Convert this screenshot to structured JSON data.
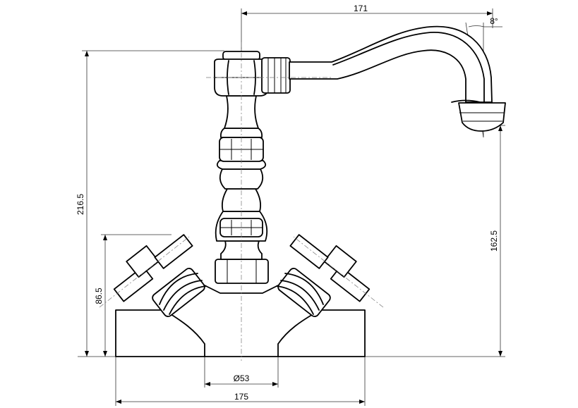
{
  "dimensions": {
    "spout_reach": "171",
    "spout_angle": "8°",
    "total_height": "216.5",
    "spout_outlet_height": "162.5",
    "handle_height": "86.5",
    "base_diameter": "Ø53",
    "base_width": "175"
  }
}
